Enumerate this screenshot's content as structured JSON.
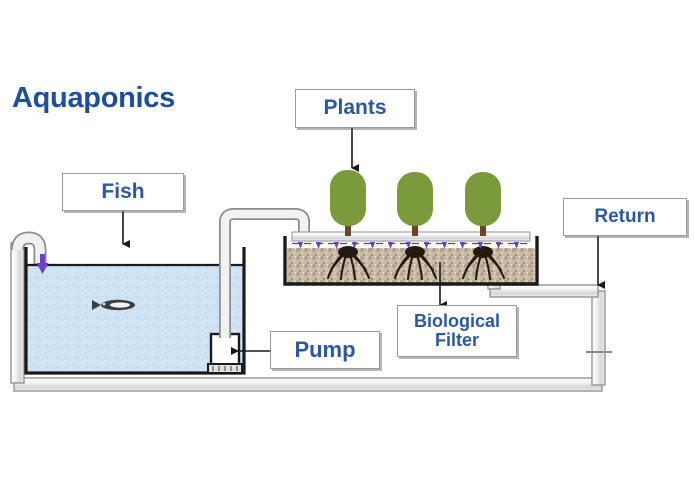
{
  "title": "Aquaponics",
  "labels": {
    "fish": "Fish",
    "plants": "Plants",
    "return": "Return",
    "pump": "Pump",
    "biological_filter_line1": "Biological",
    "biological_filter_line2": "Filter"
  },
  "colors": {
    "title_blue": "#1f4e9c",
    "label_text_blue": "#2b57a5",
    "water_blue": "#cfe2f3",
    "plant_green": "#7a9a3c",
    "stem_brown": "#6b4526",
    "gravel_tan": "#c9bba6",
    "pipe_gray": "#e8e8e8",
    "pipe_outline": "#808080",
    "drip_arrow_purple": "#6a3fd0",
    "box_border": "#9a9a9a"
  },
  "diagram": {
    "type": "aquaponics-system-flow",
    "components": [
      {
        "name": "fish-tank",
        "contains": "water",
        "fish_count": 1
      },
      {
        "name": "pump",
        "location": "fish-tank-bottom-right"
      },
      {
        "name": "delivery-pipe",
        "from": "pump",
        "to": "grow-bed-top-pipe"
      },
      {
        "name": "grow-bed",
        "media": "gravel",
        "plant_count": 3
      },
      {
        "name": "drip-pipe",
        "drip_arrow_count": 13
      },
      {
        "name": "return-pipe",
        "from": "grow-bed-outlet",
        "to": "fish-tank-inlet"
      }
    ],
    "flow_arrows": [
      {
        "name": "tank-inlet-arrow",
        "color": "#6a3fd0",
        "direction": "down"
      },
      {
        "name": "fish-pointer-arrow",
        "direction": "down"
      },
      {
        "name": "plants-pointer-arrow",
        "direction": "down"
      },
      {
        "name": "return-pointer-arrow",
        "direction": "down"
      },
      {
        "name": "pump-pointer-arrow",
        "direction": "left"
      },
      {
        "name": "biofilter-pointer-arrow",
        "direction": "up"
      }
    ]
  }
}
